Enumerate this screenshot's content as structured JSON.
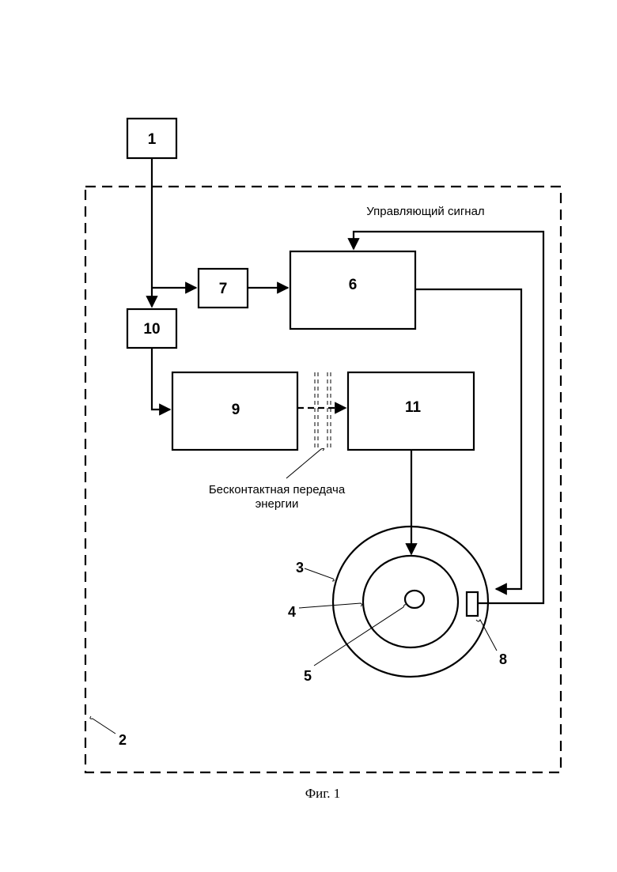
{
  "blocks": {
    "b1": "1",
    "b6": "6",
    "b7": "7",
    "b9": "9",
    "b10": "10",
    "b11": "11"
  },
  "refs": {
    "r2": "2",
    "r3": "3",
    "r4": "4",
    "r5": "5",
    "r8": "8"
  },
  "labels": {
    "control_signal": "Управляющий сигнал",
    "wireless_line1": "Бесконтактная передача",
    "wireless_line2": "энергии"
  },
  "caption": "Фиг. 1"
}
